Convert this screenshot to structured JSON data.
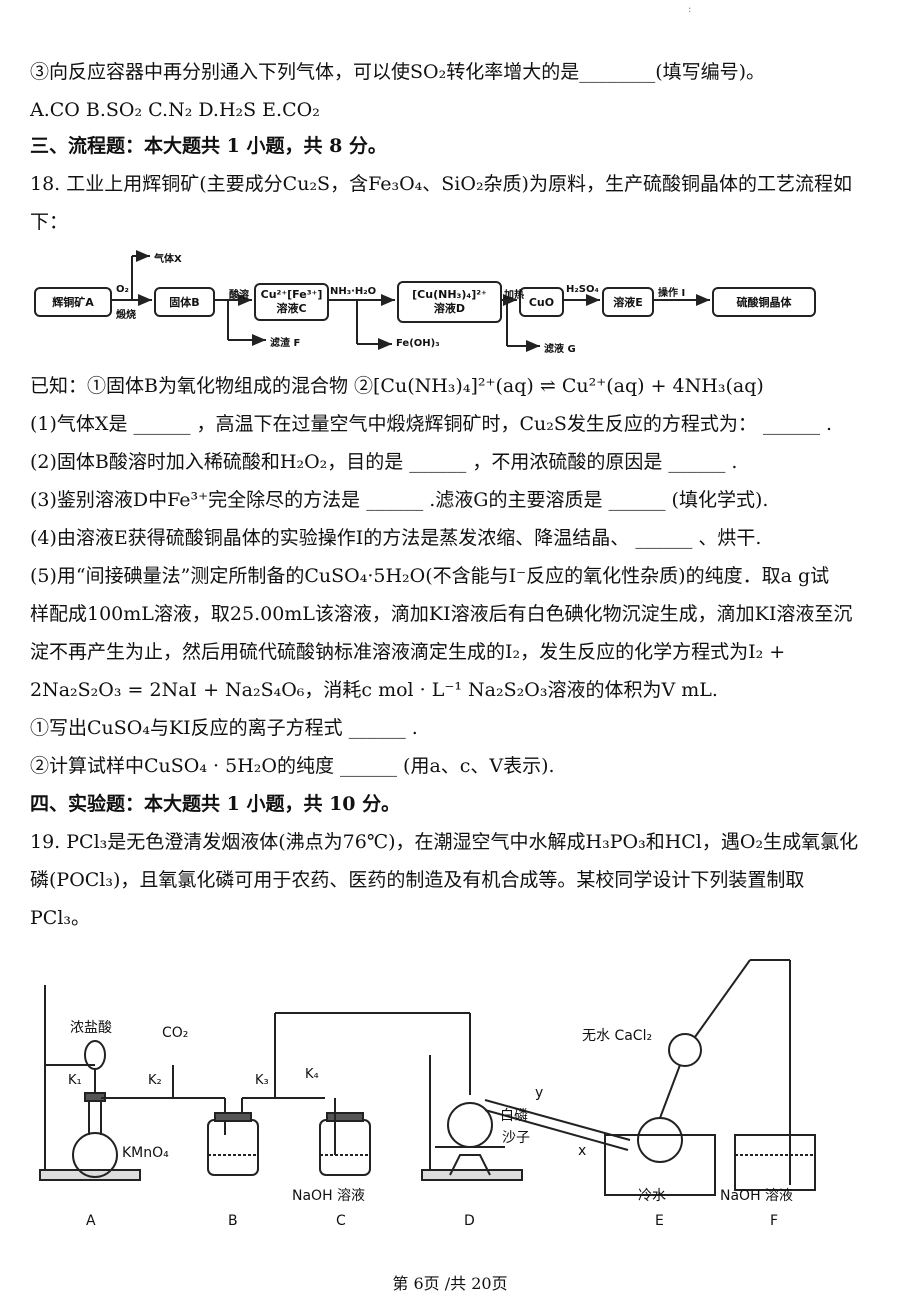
{
  "corner_mark": ":",
  "q17_line3": "③向反应容器中再分别通入下列气体，可以使SO₂转化率增大的是________(填写编号)。",
  "q17_options": "A.CO B.SO₂ C.N₂ D.H₂S E.CO₂",
  "section3": "三、流程题：本大题共 1 小题，共 8 分。",
  "q18_intro_1": "18. 工业上用辉铜矿(主要成分Cu₂S，含Fe₃O₄、SiO₂杂质)为原料，生产硫酸铜晶体的工艺流程如",
  "q18_intro_2": "下：",
  "flow": {
    "box_a": "辉铜矿A",
    "box_b": "固体B",
    "box_c1": "Cu²⁺[Fe³⁺]",
    "box_c2": "溶液C",
    "box_d1": "[Cu(NH₃)₄]²⁺",
    "box_d2": "溶液D",
    "box_cuo": "CuO",
    "box_e": "溶液E",
    "box_final": "硫酸铜晶体",
    "gas_x": "气体X",
    "o2": "O₂",
    "calcine": "煅烧",
    "acid_dissolve": "酸溶",
    "residue_f": "滤渣 F",
    "nh3_h2o": "NH₃·H₂O",
    "feoh3": "Fe(OH)₃",
    "heat": "加热",
    "filtrate_g": "滤液 G",
    "h2so4": "H₂SO₄",
    "operation_i": "操作 I"
  },
  "q18_known": "已知：①固体B为氧化物组成的混合物 ②[Cu(NH₃)₄]²⁺(aq) ⇌ Cu²⁺(aq) + 4NH₃(aq)",
  "q18_1": "(1)气体X是 ______ ，高温下在过量空气中煅烧辉铜矿时，Cu₂S发生反应的方程式为： ______ .",
  "q18_2": "(2)固体B酸溶时加入稀硫酸和H₂O₂，目的是 ______ ，不用浓硫酸的原因是 ______ .",
  "q18_3": "(3)鉴别溶液D中Fe³⁺完全除尽的方法是 ______ .滤液G的主要溶质是 ______ (填化学式).",
  "q18_4": "(4)由溶液E获得硫酸铜晶体的实验操作I的方法是蒸发浓缩、降温结晶、 ______ 、烘干.",
  "q18_5a": "(5)用“间接碘量法”测定所制备的CuSO₄·5H₂O(不含能与I⁻反应的氧化性杂质)的纯度．取a g试",
  "q18_5b": "样配成100mL溶液，取25.00mL该溶液，滴加KI溶液后有白色碘化物沉淀生成，滴加KI溶液至沉",
  "q18_5c": "淀不再产生为止，然后用硫代硫酸钠标准溶液滴定生成的I₂，发生反应的化学方程式为I₂ +",
  "q18_5d": "2Na₂S₂O₃ = 2NaI + Na₂S₄O₆，消耗c mol · L⁻¹ Na₂S₂O₃溶液的体积为V mL.",
  "q18_5_1": "①写出CuSO₄与KI反应的离子方程式 ______ .",
  "q18_5_2": "②计算试样中CuSO₄ · 5H₂O的纯度 ______ (用a、c、V表示).",
  "section4": "四、实验题：本大题共 1 小题，共 10 分。",
  "q19_1": "19. PCl₃是无色澄清发烟液体(沸点为76℃)，在潮湿空气中水解成H₃PO₃和HCl，遇O₂生成氧氯化",
  "q19_2": "磷(POCl₃)，且氧氯化磷可用于农药、医药的制造及有机合成等。某校同学设计下列装置制取",
  "q19_3": "PCl₃。",
  "apparatus": {
    "conc_hcl": "浓盐酸",
    "co2": "CO₂",
    "k1": "K₁",
    "k2": "K₂",
    "k3": "K₃",
    "k4": "K₄",
    "kmno4": "KMnO₄",
    "naoh_c": "NaOH 溶液",
    "white_p": "白磷",
    "sand": "沙子",
    "y": "y",
    "x": "x",
    "cacl2": "无水 CaCl₂",
    "cold_water": "冷水",
    "naoh_f": "NaOH 溶液",
    "label_a": "A",
    "label_b": "B",
    "label_c": "C",
    "label_d": "D",
    "label_e": "E",
    "label_f": "F"
  },
  "footer": "第 6页 /共 20页"
}
